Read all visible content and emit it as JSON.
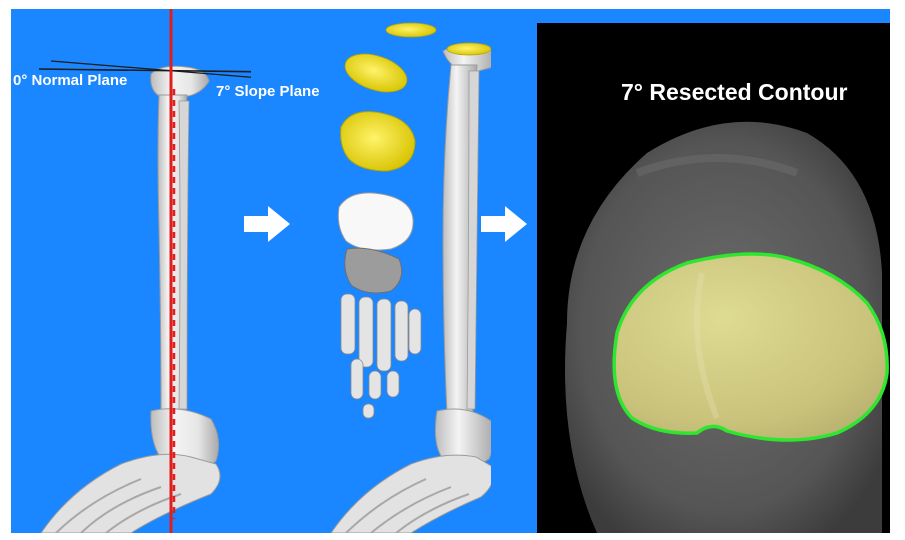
{
  "figure": {
    "left_panel": {
      "normal_plane_label": "0° Normal Plane",
      "slope_plane_label": "7° Slope Plane"
    },
    "right_panel": {
      "title": "7° Resected Contour"
    },
    "colors": {
      "background": "#1a86ff",
      "bone": "#e9e9e9",
      "axis_line": "#e01e1e",
      "resection": "#f2e52a",
      "contour": "#2ee62e",
      "ct_background": "#000000"
    },
    "icons": [
      "right-arrow-icon",
      "right-arrow-icon"
    ]
  }
}
